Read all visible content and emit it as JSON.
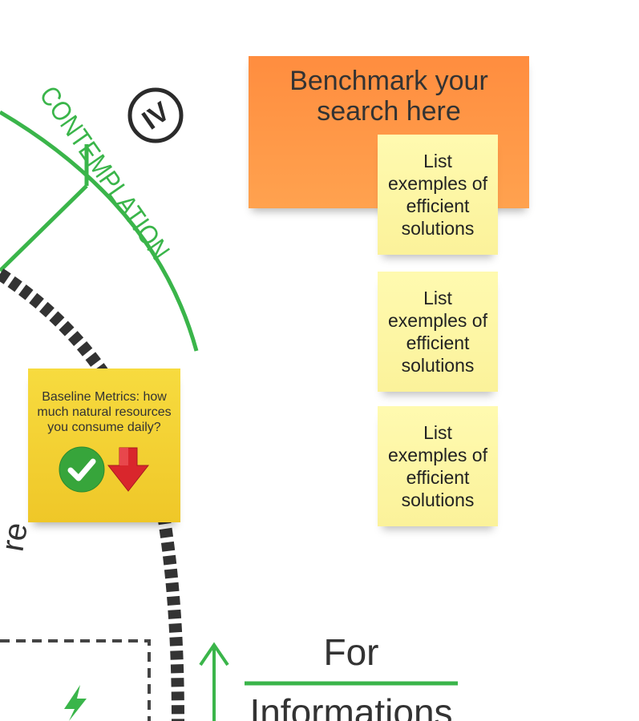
{
  "board": {
    "stage_label": "CONTEMPLATION",
    "stage_numeral": "IV",
    "partial_curve_text": "re",
    "for_label": "For",
    "informations_label": "Informations"
  },
  "notes": {
    "benchmark": "Benchmark your search here",
    "examples": [
      "List exemples of efficient solutions",
      "List exemples of efficient solutions",
      "List exemples of efficient solutions"
    ],
    "baseline": "Baseline Metrics: how much natural resources you consume daily?"
  },
  "icons": [
    "roman-numeral-badge-icon",
    "check-circle-icon",
    "red-down-arrow-icon",
    "lightning-icon",
    "up-arrow-icon"
  ],
  "colors": {
    "green": "#3ab54a",
    "dark_track": "#333333",
    "orange_note": "#ff953f",
    "yellow_note": "#fcf5a4",
    "gold_note": "#f2cc2e",
    "check_green": "#37a53b",
    "arrow_red": "#d9262c"
  }
}
